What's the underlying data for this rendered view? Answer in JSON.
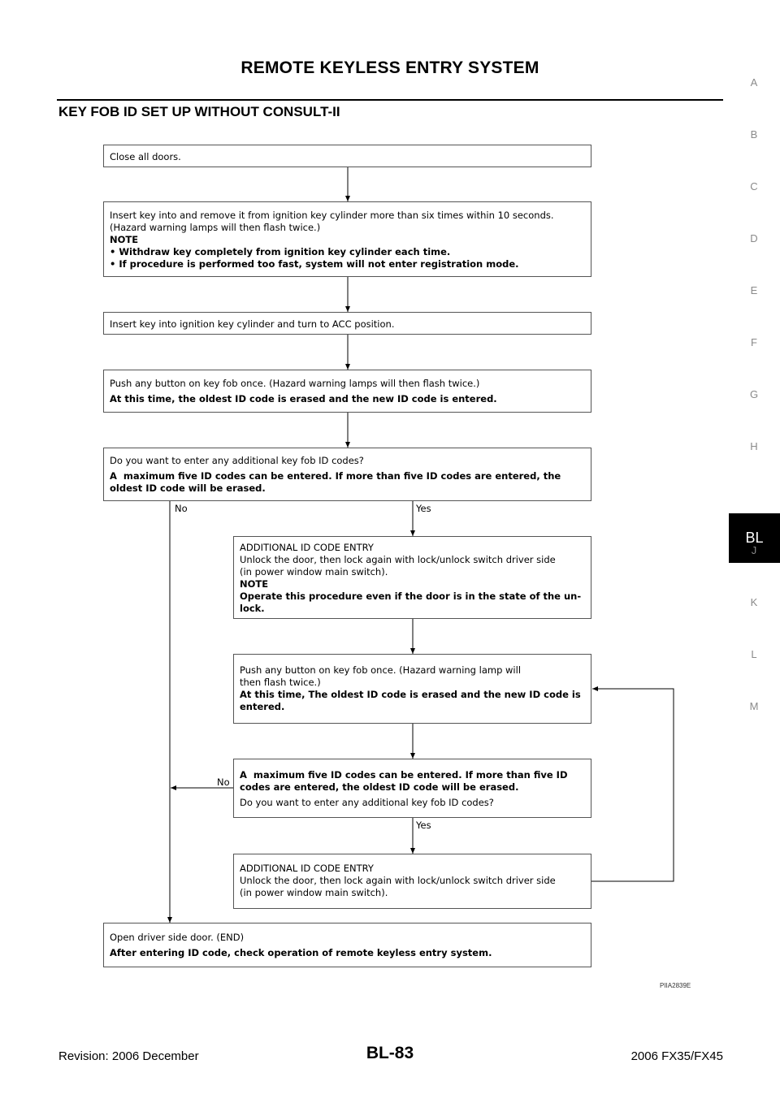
{
  "header": {
    "title": "REMOTE KEYLESS ENTRY SYSTEM",
    "section_title": "KEY FOB ID SET UP WITHOUT CONSULT-II"
  },
  "side_index": {
    "letters": [
      "A",
      "B",
      "C",
      "D",
      "E",
      "F",
      "G",
      "H",
      "J",
      "K",
      "L",
      "M"
    ],
    "active": "BL"
  },
  "flow": {
    "step1": {
      "line1": "Close all doors."
    },
    "step2": {
      "line1": "Insert key into and remove it from ignition key cylinder more than six times within 10 seconds.",
      "line2": "(Hazard warning lamps will then flash twice.)",
      "note": "NOTE",
      "bullet1": "• Withdraw key completely from ignition key cylinder each time.",
      "bullet2": "• If procedure is performed too fast, system will not enter registration mode."
    },
    "step3": {
      "line1": "Insert key into ignition key cylinder and turn to ACC position."
    },
    "step4": {
      "line1": "Push any button on key fob once. (Hazard warning lamps will then flash twice.)",
      "bold1": "At this time, the oldest ID code is erased and the new ID code is entered."
    },
    "step5": {
      "line1": "Do you want to enter any additional key fob ID codes?",
      "bold1": "A  maximum five ID codes can be entered. If more than five ID codes are entered, the",
      "bold2": "oldest ID code will be erased."
    },
    "label_no1": "No",
    "label_yes1": "Yes",
    "step6": {
      "line1": "ADDITIONAL ID CODE ENTRY",
      "line2": "Unlock the door, then lock again with lock/unlock switch driver side",
      "line3": "(in power window main switch).",
      "note": "NOTE",
      "bold1": "Operate this procedure even if the door is in the state of the un-",
      "bold2": "lock."
    },
    "step7": {
      "line1": "Push any button on key fob once. (Hazard warning lamp will",
      "line2": "then flash twice.)",
      "bold1": "At this time, The oldest ID code is erased and the new ID code is",
      "bold2": "entered."
    },
    "step8": {
      "bold1": "A  maximum five ID codes can be entered. If more than five ID",
      "bold2": "codes are entered, the oldest ID code will be erased.",
      "line1": "Do you want to enter any additional key fob ID codes?"
    },
    "label_no2": "No",
    "label_yes2": "Yes",
    "step9": {
      "line1": "ADDITIONAL ID CODE ENTRY",
      "line2": "Unlock the door, then lock again with lock/unlock switch driver side",
      "line3": "(in power window main switch)."
    },
    "step10": {
      "line1": "Open driver side door. (END)",
      "bold1": "After entering ID code, check operation of remote keyless entry system."
    },
    "figure_code": "PIIA2839E"
  },
  "footer": {
    "revision": "Revision: 2006 December",
    "page": "BL-83",
    "model": "2006 FX35/FX45"
  }
}
